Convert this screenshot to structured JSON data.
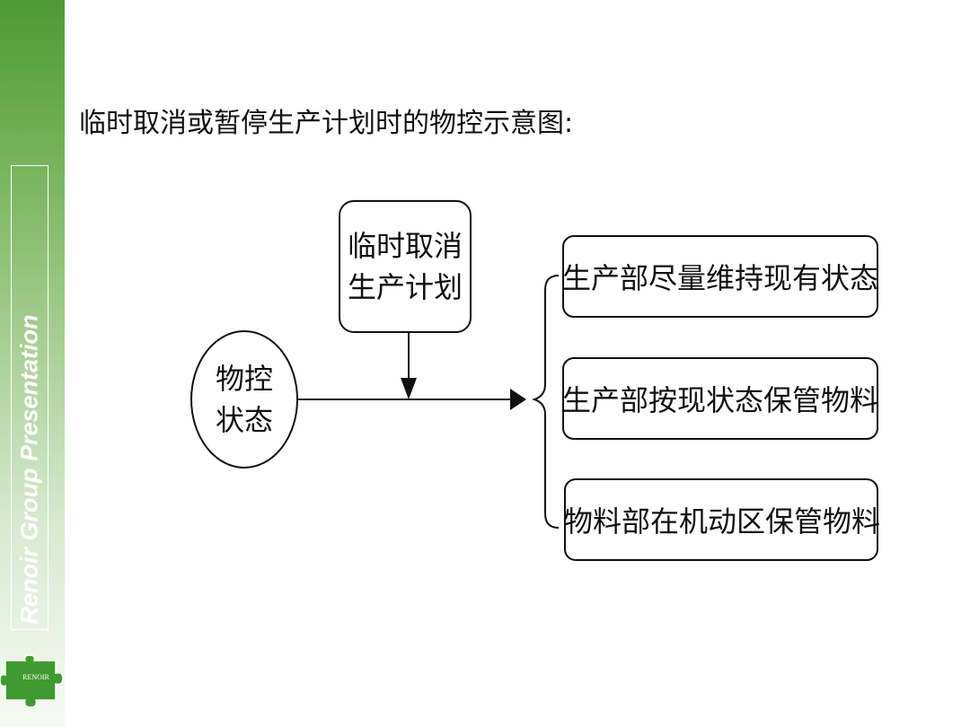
{
  "sidebar": {
    "brand_text": "Renoir Group Presentation",
    "logo_text": "RENOIR",
    "color": "#5aa63c"
  },
  "title": "临时取消或暂停生产计划时的物控示意图:",
  "diagram": {
    "state_node": {
      "line1": "物控",
      "line2": "状态"
    },
    "event_node": {
      "line1": "临时取消",
      "line2": "生产计划"
    },
    "outcomes": [
      "生产部尽量维持现有状态",
      "生产部按现状态保管物料",
      "物料部在机动区保管物料"
    ]
  }
}
